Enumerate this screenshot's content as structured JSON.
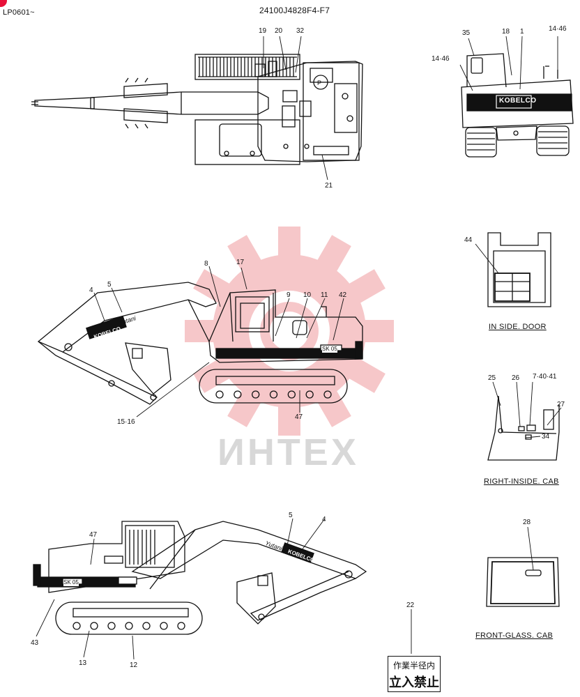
{
  "header": {
    "left_code": "LP0601~",
    "part_number": "24100J4828F4-F7"
  },
  "watermark": {
    "text": "ИНТЕХ",
    "gear_color": "#f6c7c9"
  },
  "captions": {
    "inside_door": "IN SIDE. DOOR",
    "right_inside_cab": "RIGHT-INSIDE. CAB",
    "front_glass_cab": "FRONT-GLASS. CAB"
  },
  "branding": {
    "kobelco": "KOBELCO",
    "yutani": "Yutani",
    "model": "SK 05"
  },
  "sign": {
    "line1": "作業半径内",
    "line2": "立入禁止"
  },
  "callouts": {
    "c19": "19",
    "c20": "20",
    "c32": "32",
    "c21": "21",
    "c35": "35",
    "c18": "18",
    "c1": "1",
    "c14_46_a": "14·46",
    "c14_46_b": "14·46",
    "c44": "44",
    "c8": "8",
    "c17": "17",
    "c4a": "4",
    "c5a": "5",
    "c9": "9",
    "c10": "10",
    "c11": "11",
    "c42": "42",
    "c15_16": "15·16",
    "c47a": "47",
    "c25": "25",
    "c26": "26",
    "c7_40_41": "7·40·41",
    "c27": "27",
    "c34": "34",
    "c28": "28",
    "c47b": "47",
    "c5b": "5",
    "c4b": "4",
    "c43": "43",
    "c13": "13",
    "c12": "12",
    "c22": "22"
  }
}
